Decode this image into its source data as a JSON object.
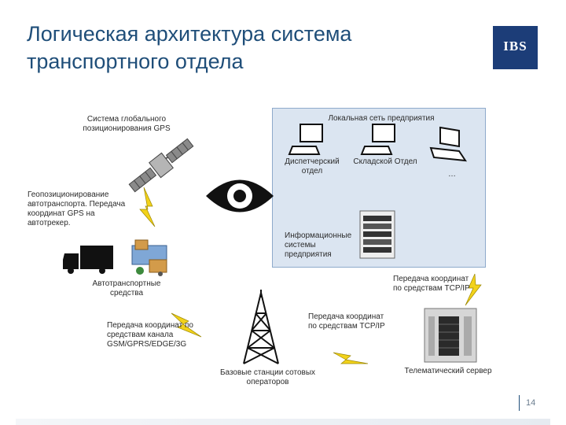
{
  "title_line1": "Логическая архитектура система",
  "title_line2": "транспортного отдела",
  "logo": "IBS",
  "nodes": {
    "gps": "Система глобального позиционирования GPS",
    "geo": "Геопозиционирование автотранспорта. Передача координат GPS на автотрекер.",
    "vehicles": "Автотранспортные средства",
    "gsm": "Передача координат по средствам канала GSM/GPRS/EDGE/3G",
    "base": "Базовые станции сотовых операторов",
    "tcp1": "Передача координат по средствам TCP/IP",
    "tcp2": "Передача координат по средствам TCP/IP",
    "server": "Телематический сервер",
    "lan": "Локальная сеть предприятия",
    "dispatch": "Диспетчерский отдел",
    "warehouse": "Складской Отдел",
    "ellipsis": "…",
    "infosys": "Информационные системы предприятия"
  },
  "page_number": "14"
}
